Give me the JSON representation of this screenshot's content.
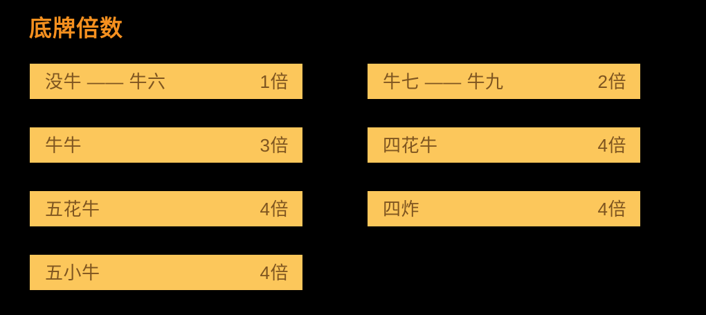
{
  "panel": {
    "title": "底牌倍数",
    "title_color": "#F5901F",
    "background_color": "#000000",
    "bar_color": "#FCC75B",
    "bar_text_color": "#7E5520"
  },
  "columns": {
    "left": [
      {
        "label": "没牛 —— 牛六",
        "value": "1倍"
      },
      {
        "label": "牛牛",
        "value": "3倍"
      },
      {
        "label": "五花牛",
        "value": "4倍"
      },
      {
        "label": "五小牛",
        "value": "4倍"
      }
    ],
    "right": [
      {
        "label": "牛七 —— 牛九",
        "value": "2倍"
      },
      {
        "label": "四花牛",
        "value": "4倍"
      },
      {
        "label": "四炸",
        "value": "4倍"
      }
    ]
  }
}
